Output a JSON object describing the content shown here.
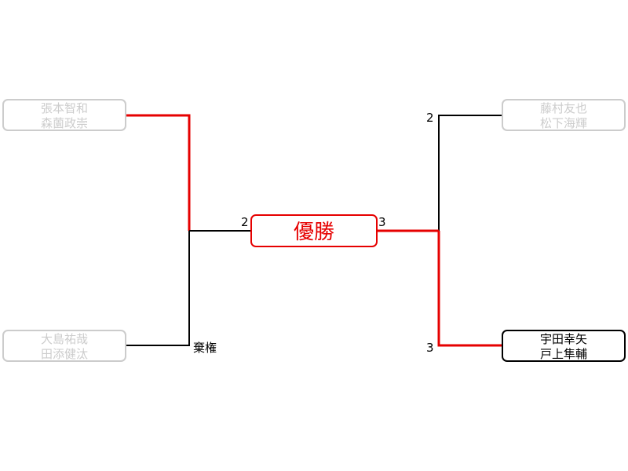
{
  "colors": {
    "winner_line": "#e60000",
    "normal_line": "#000000",
    "faded": "#cccccc",
    "champion": "#e60000"
  },
  "champion": {
    "label": "優勝",
    "left_score": "2",
    "right_score": "3"
  },
  "left": {
    "top": {
      "line1": "張本智和",
      "line2": "森薗政崇",
      "status": "eliminated"
    },
    "bottom": {
      "line1": "大島祐哉",
      "line2": "田添健汰",
      "status": "eliminated",
      "note": "棄権"
    }
  },
  "right": {
    "top": {
      "line1": "藤村友也",
      "line2": "松下海輝",
      "status": "eliminated",
      "score": "2"
    },
    "bottom": {
      "line1": "宇田幸矢",
      "line2": "戸上隼輔",
      "status": "champion",
      "score": "3"
    }
  }
}
